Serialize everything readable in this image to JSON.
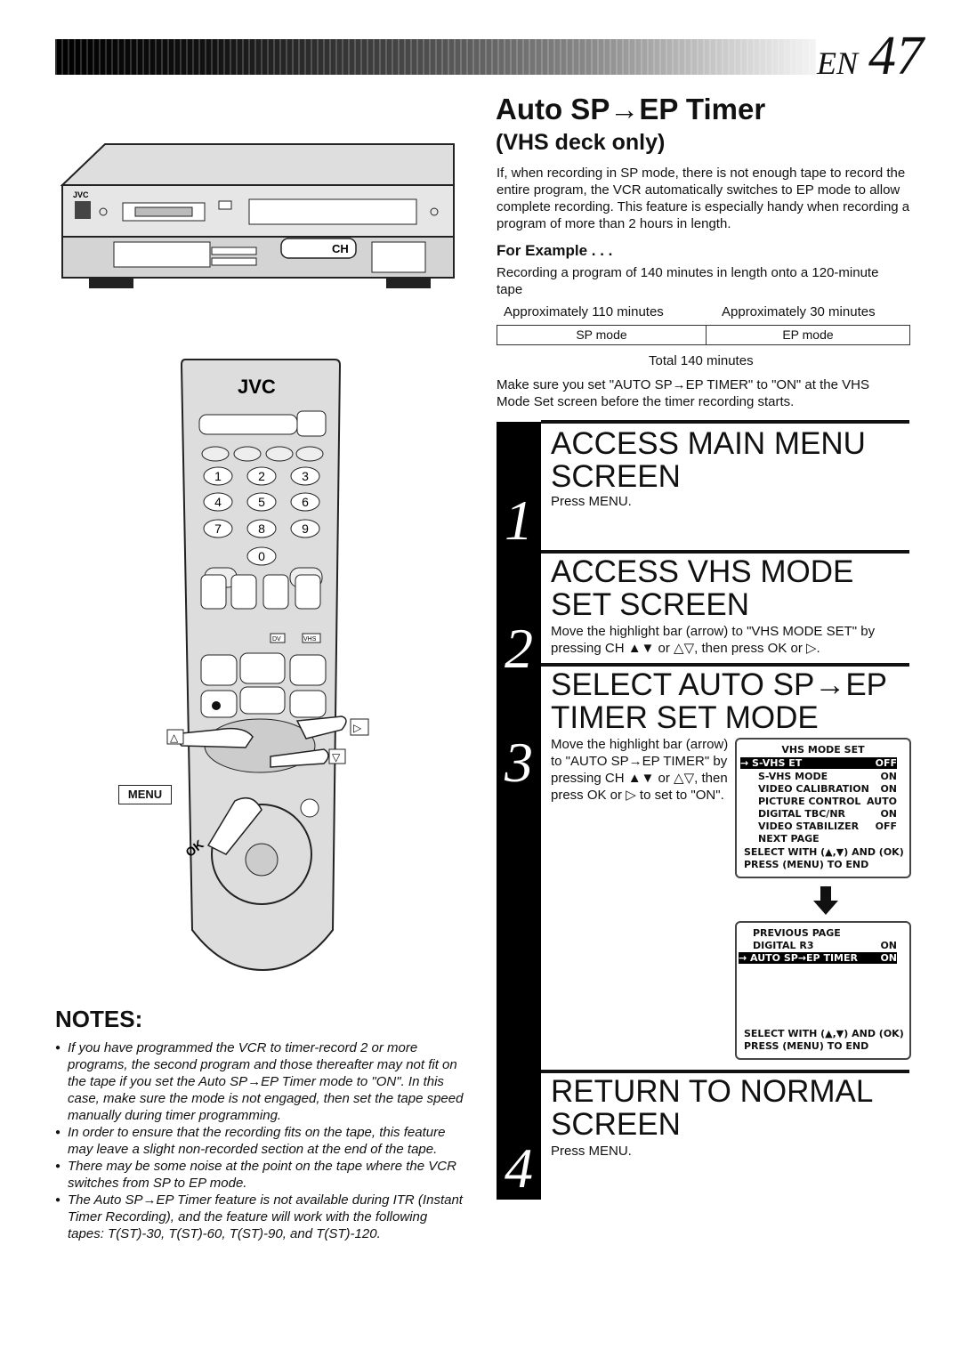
{
  "header": {
    "lang": "EN",
    "page_number": "47"
  },
  "title": "Auto SP→EP Timer",
  "subtitle": "(VHS deck only)",
  "intro": "If, when recording in SP mode, there is not enough tape to record the entire program, the VCR automatically switches to EP mode to allow complete recording. This feature is especially handy when recording a program of more than 2 hours in length.",
  "example": {
    "heading": "For Example . . .",
    "text": "Recording a program of 140 minutes in length onto a 120-minute tape",
    "sp_duration": "Approximately 110 minutes",
    "ep_duration": "Approximately 30 minutes",
    "sp_label": "SP mode",
    "ep_label": "EP mode",
    "total": "Total 140 minutes"
  },
  "make_sure": "Make sure you set \"AUTO SP→EP TIMER\" to \"ON\" at the VHS Mode Set screen before the timer recording starts.",
  "illustration": {
    "vcr_brand": "JVC",
    "vcr_ch_label": "CH",
    "remote_brand": "JVC",
    "remote_digits": [
      "1",
      "2",
      "3",
      "4",
      "5",
      "6",
      "7",
      "8",
      "9",
      "0"
    ],
    "remote_dv": "DV",
    "remote_vhs": "VHS",
    "menu_label": "MENU",
    "ok_label": "OK"
  },
  "steps": [
    {
      "num": "1",
      "title": "Access Main Menu Screen",
      "text": "Press MENU."
    },
    {
      "num": "2",
      "title": "Access VHS Mode Set Screen",
      "text": "Move the highlight bar (arrow) to \"VHS MODE SET\" by pressing CH ▲▼ or △▽, then press OK or ▷."
    },
    {
      "num": "3",
      "title": "Select Auto SP→EP Timer Set Mode",
      "text": "Move the highlight bar (arrow) to \"AUTO SP→EP TIMER\" by pressing CH ▲▼ or △▽, then press OK or ▷ to set to \"ON\"."
    },
    {
      "num": "4",
      "title": "Return To Normal Screen",
      "text": "Press MENU."
    }
  ],
  "osd1": {
    "title": "VHS MODE SET",
    "rows": [
      {
        "label": "→ S-VHS ET",
        "value": "OFF"
      },
      {
        "label": "S-VHS MODE",
        "value": "ON"
      },
      {
        "label": "VIDEO CALIBRATION",
        "value": "ON"
      },
      {
        "label": "PICTURE CONTROL",
        "value": "AUTO"
      },
      {
        "label": "DIGITAL TBC/NR",
        "value": "ON"
      },
      {
        "label": "VIDEO STABILIZER",
        "value": "OFF"
      },
      {
        "label": "NEXT PAGE",
        "value": ""
      }
    ],
    "footer1": "SELECT WITH (▲,▼) AND (OK)",
    "footer2": "PRESS (MENU) TO END"
  },
  "osd2": {
    "rows": [
      {
        "label": "PREVIOUS PAGE",
        "value": ""
      },
      {
        "label": "DIGITAL R3",
        "value": "ON"
      },
      {
        "label": "→ AUTO SP→EP TIMER",
        "value": "ON"
      }
    ],
    "footer1": "SELECT WITH (▲,▼) AND (OK)",
    "footer2": "PRESS (MENU) TO END"
  },
  "notes": {
    "heading": "NOTES:",
    "items": [
      "If you have programmed the VCR to timer-record 2 or more programs, the second program and those thereafter may not fit on the tape if you set the Auto SP→EP Timer mode to \"ON\". In this case, make sure the mode is not engaged, then set the tape speed manually during timer programming.",
      "In order to ensure that the recording fits on the tape, this feature may leave a slight non-recorded section at the end of the tape.",
      "There may be some noise at the point on the tape where the VCR switches from SP to EP mode.",
      "The Auto SP→EP Timer feature is not available during ITR (Instant Timer Recording), and the feature will work with the following tapes: T(ST)-30, T(ST)-60, T(ST)-90, and T(ST)-120."
    ]
  }
}
